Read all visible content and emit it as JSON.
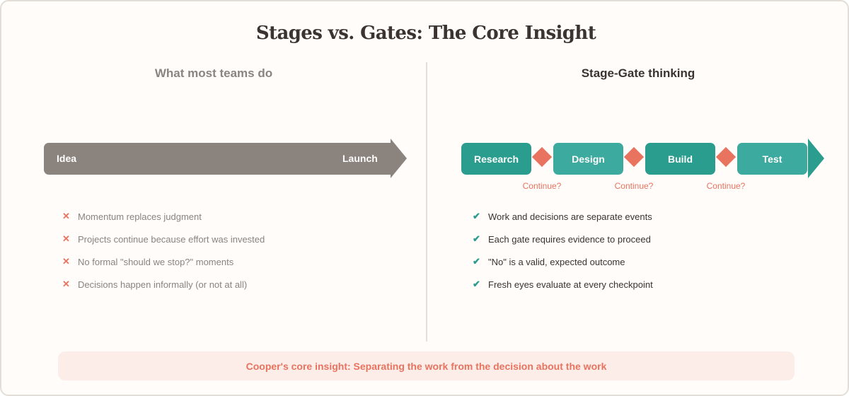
{
  "title": "Stages vs. Gates: The Core Insight",
  "left": {
    "heading": "What most teams do",
    "bar": {
      "start_label": "Idea",
      "end_label": "Launch",
      "color": "#8b837e"
    },
    "items": [
      {
        "icon": "✕",
        "text": "Momentum replaces judgment"
      },
      {
        "icon": "✕",
        "text": "Projects continue because effort was invested"
      },
      {
        "icon": "✕",
        "text": "No formal \"should we stop?\" moments"
      },
      {
        "icon": "✕",
        "text": "Decisions happen informally (or not at all)"
      }
    ]
  },
  "right": {
    "heading": "Stage-Gate thinking",
    "stages": [
      {
        "label": "Research",
        "color": "#2a9d8f"
      },
      {
        "label": "Design",
        "color": "#3daa9f"
      },
      {
        "label": "Build",
        "color": "#2a9d8f"
      },
      {
        "label": "Test",
        "color": "#3daa9f"
      }
    ],
    "gates": [
      {
        "label": "Continue?"
      },
      {
        "label": "Continue?"
      },
      {
        "label": "Continue?"
      }
    ],
    "gate_color": "#e8735f",
    "items": [
      {
        "icon": "✔",
        "text": "Work and decisions are separate events"
      },
      {
        "icon": "✔",
        "text": "Each gate requires evidence to proceed"
      },
      {
        "icon": "✔",
        "text": "\"No\" is a valid, expected outcome"
      },
      {
        "icon": "✔",
        "text": "Fresh eyes evaluate at every checkpoint"
      }
    ]
  },
  "insight": "Cooper's core insight: Separating the work from the decision about the work"
}
